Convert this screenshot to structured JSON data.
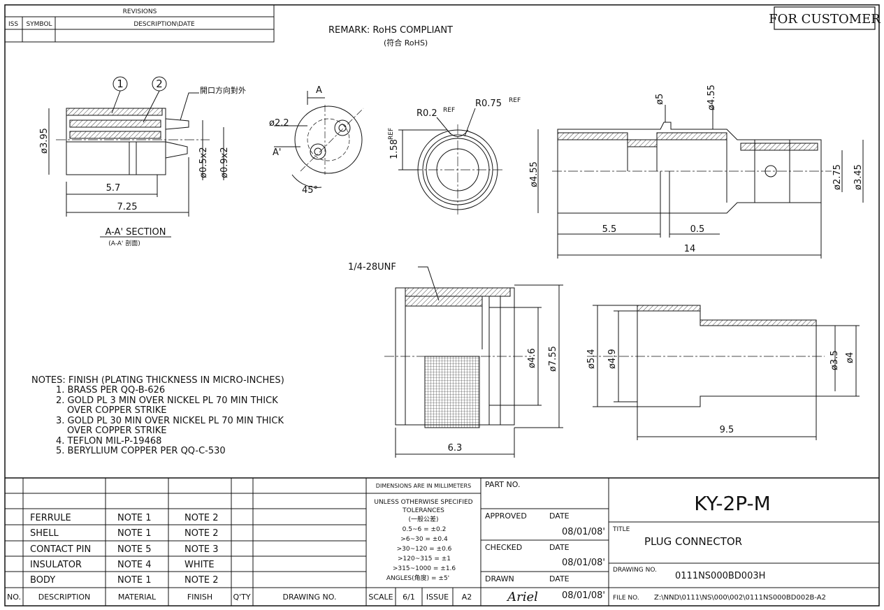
{
  "revisions": {
    "title": "REVISIONS",
    "col_iss": "ISS",
    "col_symbol": "SYMBOL",
    "col_desc": "DESCRIPTION\\DATE"
  },
  "for_customer": "FOR CUSTOMER",
  "remark": {
    "line1": "REMARK: RoHS COMPLIANT",
    "line2": "(符合 RoHS)"
  },
  "section_view": {
    "callout1": "1",
    "callout2": "2",
    "opening_note": "開口方向對外",
    "dim_dia_395": "ø3.95",
    "dim_05x2": "ø0.5x2",
    "dim_09x2": "ø0.9x2",
    "dim_57": "5.7",
    "dim_725": "7.25",
    "title": "A-A' SECTION",
    "subtitle": "(A-A' 剖面)"
  },
  "end_view": {
    "label_a": "A",
    "label_a_prime": "A'",
    "dim_dia_22": "ø2.2",
    "dim_45": "45°"
  },
  "ring_view": {
    "r02": "R0.2",
    "r075": "R0.75",
    "ref": "REF",
    "dim_158": "1.58"
  },
  "plug_body_view": {
    "dim_dia5": "ø5",
    "dim_dia455_top": "ø4.55",
    "dim_dia455_side": "ø4.55",
    "dim_dia275": "ø2.75",
    "dim_dia345": "ø3.45",
    "dim_55": "5.5",
    "dim_05": "0.5",
    "dim_14": "14"
  },
  "nut_view": {
    "thread": "1/4-28UNF",
    "dim_dia46": "ø4.6",
    "dim_dia755": "ø7.55",
    "dim_63": "6.3"
  },
  "ferrule_view": {
    "dim_dia54": "ø5.4",
    "dim_dia49": "ø4.9",
    "dim_dia35": "ø3.5",
    "dim_dia4": "ø4",
    "dim_95": "9.5"
  },
  "notes": [
    "NOTES: FINISH (PLATING THICKNESS IN MICRO-INCHES)",
    "1. BRASS PER QQ-B-626",
    "2. GOLD PL 3 MIN OVER NICKEL PL 70 MIN THICK",
    "OVER COPPER STRIKE",
    "3. GOLD PL 30 MIN OVER NICKEL PL 70 MIN THICK",
    "OVER COPPER STRIKE",
    "4. TEFLON MIL-P-19468",
    "5. BERYLLIUM COPPER PER QQ-C-530"
  ],
  "bom": {
    "headers": [
      "NO.",
      "DESCRIPTION",
      "MATERIAL",
      "FINISH",
      "Q'TY",
      "DRAWING NO."
    ],
    "rows": [
      {
        "desc": "FERRULE",
        "material": "NOTE 1",
        "finish": "NOTE 2"
      },
      {
        "desc": "SHELL",
        "material": "NOTE 1",
        "finish": "NOTE 2"
      },
      {
        "desc": "CONTACT PIN",
        "material": "NOTE 5",
        "finish": "NOTE 3"
      },
      {
        "desc": "INSULATOR",
        "material": "NOTE 4",
        "finish": "WHITE"
      },
      {
        "desc": "BODY",
        "material": "NOTE 1",
        "finish": "NOTE 2"
      }
    ]
  },
  "tolerances": {
    "units": "DIMENSIONS ARE IN MILLIMETERS",
    "l1": "UNLESS OTHERWISE SPECIFIED",
    "l2": "TOLERANCES",
    "l3": "(一般公差)",
    "lines": [
      "0.5~6  =  ±0.2",
      ">6~30  =  ±0.4",
      ">30~120  =  ±0.6",
      ">120~315  =  ±1",
      ">315~1000  =  ±1.6",
      "ANGLES(角度)  =  ±5'"
    ],
    "scale_label": "SCALE",
    "scale_value": "6/1",
    "issue_label": "ISSUE",
    "issue_value": "A2"
  },
  "approvals": {
    "part_no_label": "PART NO.",
    "approved": "APPROVED",
    "checked": "CHECKED",
    "drawn": "DRAWN",
    "date_label": "DATE",
    "date_approved": "08/01/08'",
    "date_checked": "08/01/08'",
    "date_drawn": "08/01/08'",
    "signature": "Ariel"
  },
  "title_block": {
    "part_number": "KY-2P-M",
    "title_label": "TITLE",
    "title": "PLUG CONNECTOR",
    "drawing_no_label": "DRAWING NO.",
    "drawing_no": "0111NS000BD003H",
    "file_no_label": "FILE NO.",
    "file_no": "Z:\\NND\\0111\\NS\\000\\002\\0111NS000BD002B-A2"
  }
}
